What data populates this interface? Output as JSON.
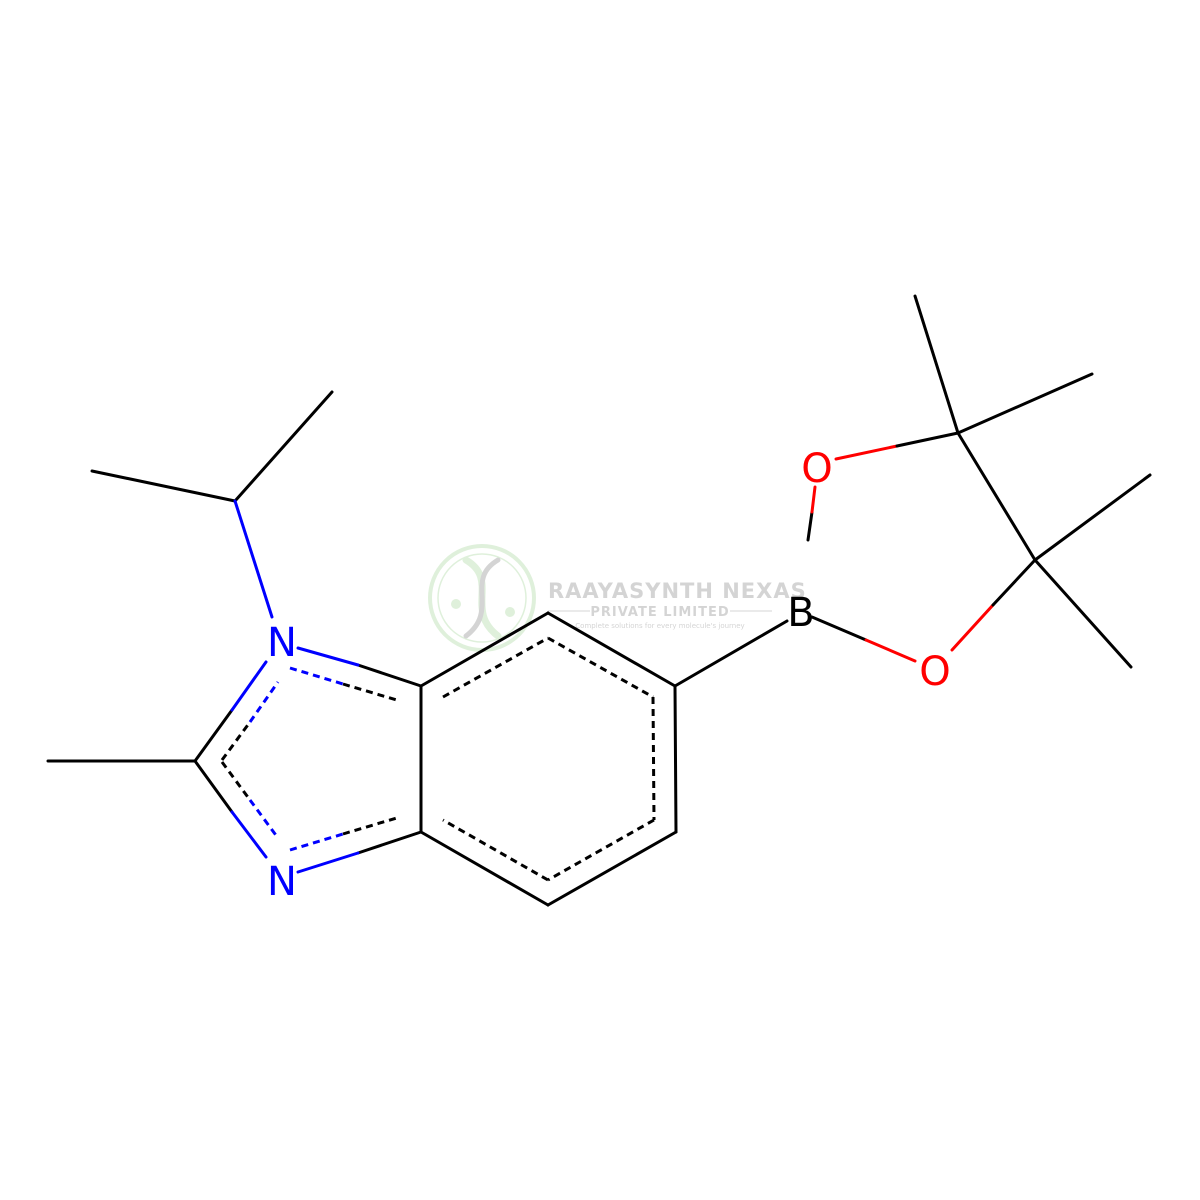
{
  "colors": {
    "background": "#ffffff",
    "carbon_bond": "#000000",
    "nitrogen": "#0000ff",
    "oxygen": "#ff0000",
    "boron": "#000000",
    "watermark_text": "#d0d0d0",
    "watermark_green": "#dcefd8"
  },
  "atoms": {
    "n1": "N",
    "n3": "N",
    "boron": "B",
    "o1": "O",
    "o2": "O"
  },
  "watermark": {
    "title": "RAAYASYNTH NEXAS",
    "subtitle": "PRIVATE LIMITED",
    "tagline": "Complete solutions for every molecule's journey",
    "logo_icon": "dna-helix-icon"
  }
}
